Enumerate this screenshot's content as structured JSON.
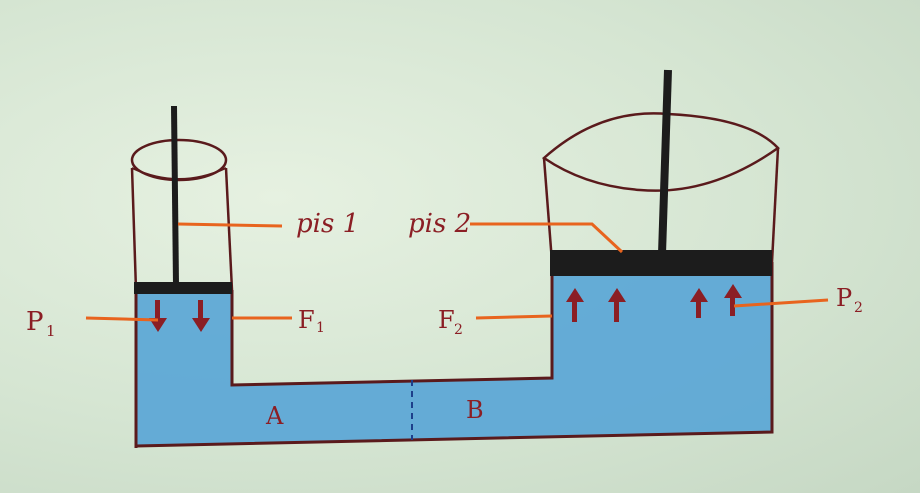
{
  "labels": {
    "pis1": "pis 1",
    "pis2": "pis 2",
    "p1_main": "P",
    "p1_sub": "1",
    "f1_main": "F",
    "f1_sub": "1",
    "f2_main": "F",
    "f2_sub": "2",
    "p2_main": "P",
    "p2_sub": "2",
    "region_a": "A",
    "region_b": "B"
  },
  "colors": {
    "fluid": "#5aa6d6",
    "outline": "#5a1a1c",
    "piston": "#1c1c1c",
    "leader": "#e8641e",
    "label": "#8b1e24",
    "arrow": "#8b1e24"
  }
}
